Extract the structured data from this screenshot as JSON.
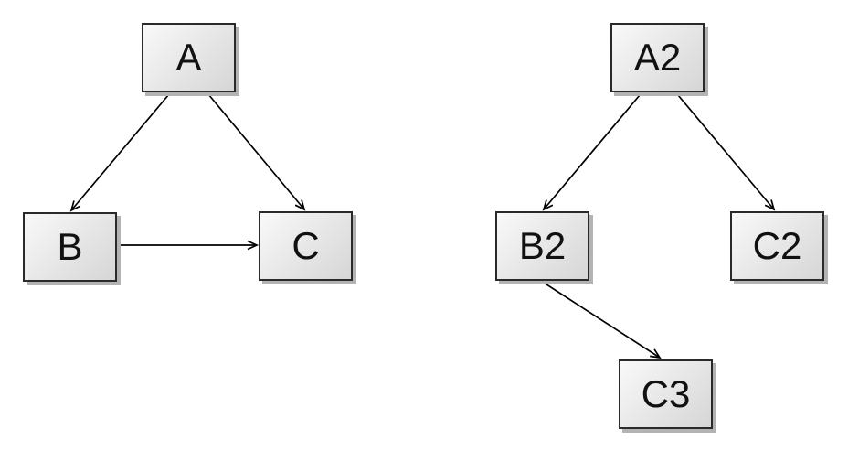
{
  "page": {
    "background_color": "#ffffff"
  },
  "diagram": {
    "type": "directed-graph",
    "style": {
      "node_fill_light": "#f9f9f9",
      "node_fill_dark": "#d6d6d6",
      "node_border_color": "#2a2a2a",
      "node_shadow_color": "#b3b3b3",
      "edge_color": "#000000",
      "label_color": "#111111",
      "arrowhead_style": "open-v"
    },
    "graphs": [
      {
        "name": "left-graph",
        "nodes": [
          {
            "id": "A",
            "label": "A"
          },
          {
            "id": "B",
            "label": "B"
          },
          {
            "id": "C",
            "label": "C"
          }
        ],
        "edges": [
          {
            "from": "A",
            "to": "B"
          },
          {
            "from": "A",
            "to": "C"
          },
          {
            "from": "B",
            "to": "C"
          }
        ]
      },
      {
        "name": "right-graph",
        "nodes": [
          {
            "id": "A2",
            "label": "A2"
          },
          {
            "id": "B2",
            "label": "B2"
          },
          {
            "id": "C2",
            "label": "C2"
          },
          {
            "id": "C3",
            "label": "C3"
          }
        ],
        "edges": [
          {
            "from": "A2",
            "to": "B2"
          },
          {
            "from": "A2",
            "to": "C2"
          },
          {
            "from": "B2",
            "to": "C3"
          }
        ]
      }
    ]
  }
}
